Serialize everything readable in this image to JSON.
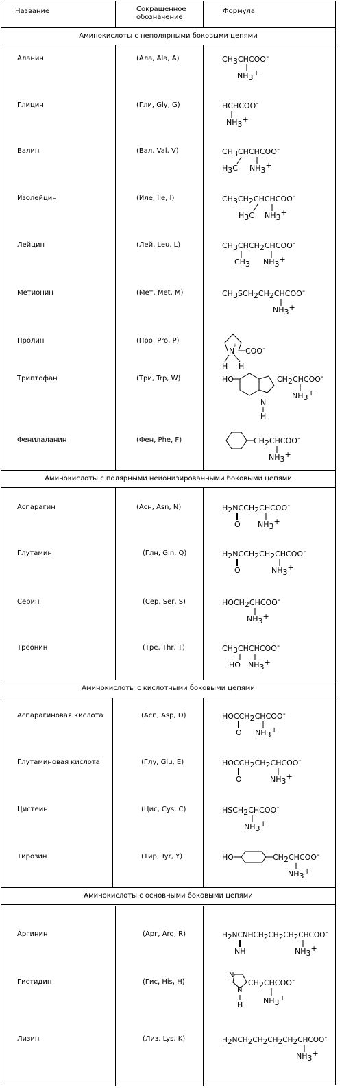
{
  "headers": {
    "name": "Название",
    "abbr": "Сокращенное обозначение",
    "formula": "Формула"
  },
  "sections": [
    {
      "title": "Аминокислоты с неполярными боковыми цепями",
      "rows": [
        {
          "name": "Аланин",
          "abbr": "(Ала, Ala, A)",
          "formula": "CH3CHCOO- | NH3+"
        },
        {
          "name": "Глицин",
          "abbr": "(Гли, Gly, G)",
          "formula": "HCHCOO- | NH3+"
        },
        {
          "name": "Валин",
          "abbr": "(Вал, Val, V)",
          "formula": "CH3CHCHCOO- | H3C NH3+"
        },
        {
          "name": "Изолейцин",
          "abbr": "(Иле, Ile, I)",
          "formula": "CH3CH2CHCHCOO- | H3C NH3+"
        },
        {
          "name": "Лейцин",
          "abbr": "(Лей, Leu, L)",
          "formula": "CH3CHCH2CHCOO- | CH3 NH3+"
        },
        {
          "name": "Метионин",
          "abbr": "(Мет, Met, M)",
          "formula": "CH3SCH2CH2CHCOO- | NH3+"
        },
        {
          "name": "Пролин",
          "abbr": "(Про, Pro, P)",
          "formula": "ring N+ COO- | H H"
        },
        {
          "name": "Триптофан",
          "abbr": "(Три, Trp, W)",
          "formula": "HO-indole-CH2CHCOO- | NH3+ | H"
        },
        {
          "name": "Фенилаланин",
          "abbr": "(Фен, Phe, F)",
          "formula": "phenyl-CH2CHCOO- | NH3+"
        }
      ]
    },
    {
      "title": "Аминокислоты с полярными неионизированными боковыми цепями",
      "rows": [
        {
          "name": "Аспарагин",
          "abbr": "(Асн, Asn, N)",
          "formula": "H2NCCH2CHCOO- | O NH3+"
        },
        {
          "name": "Глутамин",
          "abbr": "(Глн, Gln, Q)",
          "formula": "H2NCCH2CH2CHCOO- | O NH3+"
        },
        {
          "name": "Серин",
          "abbr": "(Сер, Ser, S)",
          "formula": "HOCH2CHCOO- | NH3+"
        },
        {
          "name": "Треонин",
          "abbr": "(Тре, Thr, T)",
          "formula": "CH3CHCHCOO- | HO NH3+"
        }
      ]
    },
    {
      "title": "Аминокислоты с кислотными боковыми цепями",
      "rows": [
        {
          "name": "Аспарагиновая кислота",
          "abbr": "(Асп, Asp, D)",
          "formula": "HOCCH2CHCOO- | O NH3+"
        },
        {
          "name": "Глутаминовая кислота",
          "abbr": "(Глу, Glu, E)",
          "formula": "HOCCH2CH2CHCOO- | O NH3+"
        },
        {
          "name": "Цистеин",
          "abbr": "(Цис, Cys, C)",
          "formula": "HSCH2CHCOO- | NH3+"
        },
        {
          "name": "Тирозин",
          "abbr": "(Тир, Tyr, Y)",
          "formula": "HO-phenyl-CH2CHCOO- | NH3+"
        }
      ]
    },
    {
      "title": "Аминокислоты с основными боковыми цепями",
      "rows": [
        {
          "name": "Аргинин",
          "abbr": "(Арг, Arg, R)",
          "formula": "H2NCNHCH2CH2CH2CHCOO- | NH NH3+"
        },
        {
          "name": "Гистидин",
          "abbr": "(Гис, His, H)",
          "formula": "imidazole-CH2CHCOO- | H NH3+"
        },
        {
          "name": "Лизин",
          "abbr": "(Лиз, Lys, K)",
          "formula": "H2NCH2CH2CH2CH2CHCOO- | NH3+"
        }
      ]
    }
  ]
}
